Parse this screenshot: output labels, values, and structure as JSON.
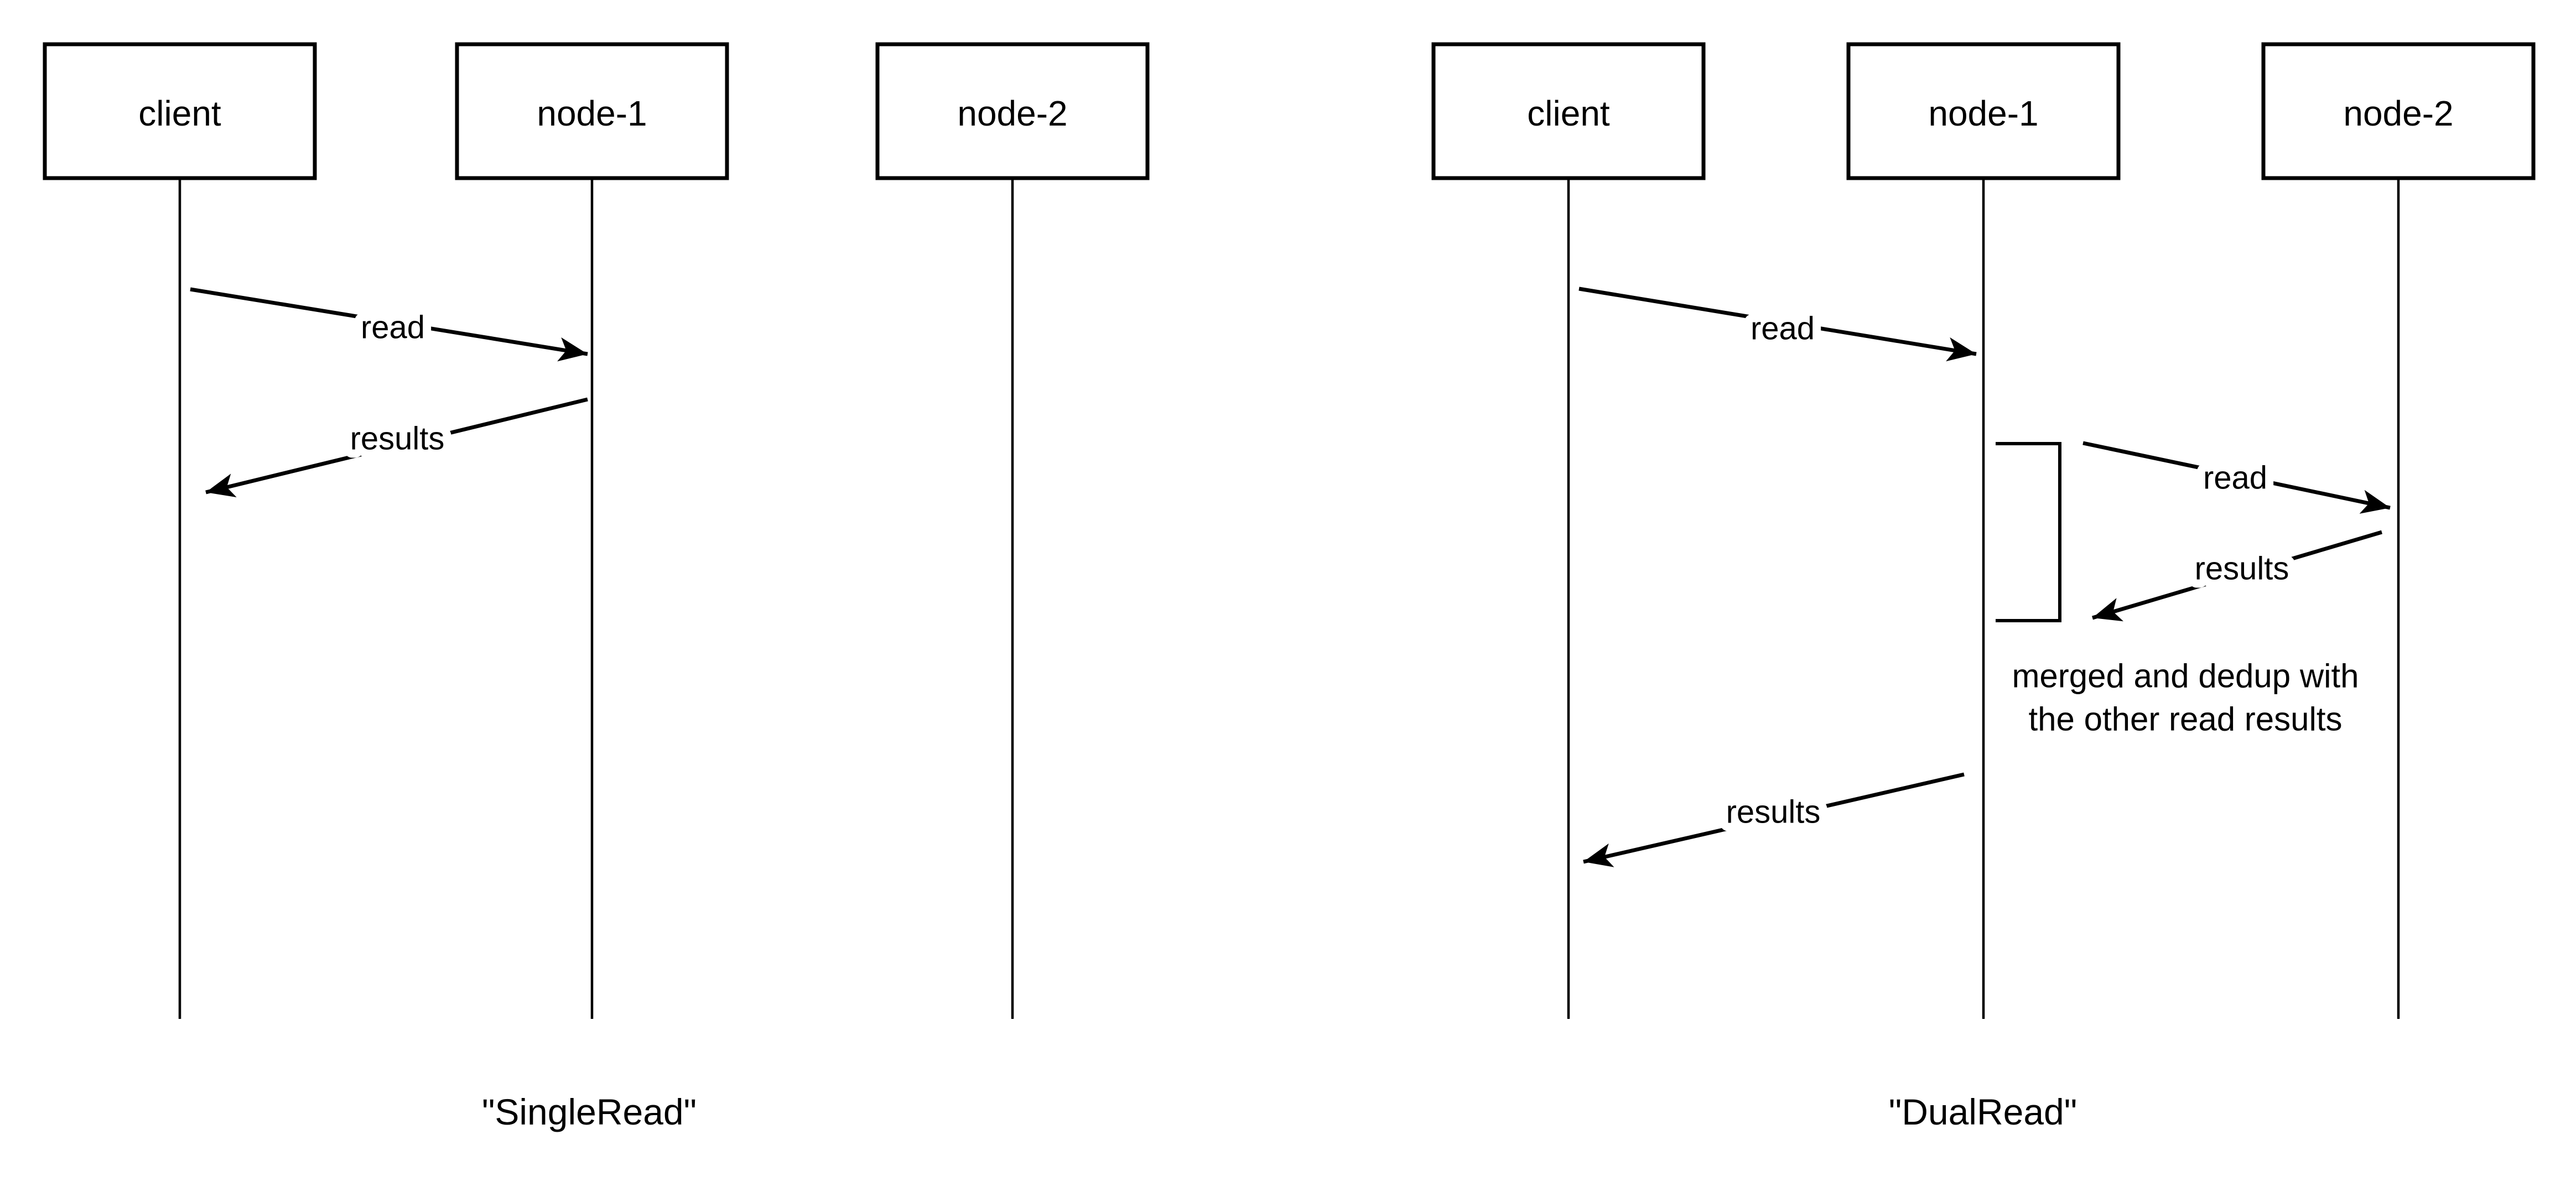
{
  "colors": {
    "ink": "#000000",
    "paper": "#ffffff"
  },
  "diagrams": [
    {
      "caption": "\"SingleRead\"",
      "actors": [
        {
          "label": "client"
        },
        {
          "label": "node-1"
        },
        {
          "label": "node-2"
        }
      ],
      "messages": [
        {
          "label": "read",
          "from": "client",
          "to": "node-1"
        },
        {
          "label": "results",
          "from": "node-1",
          "to": "client"
        }
      ]
    },
    {
      "caption": "\"DualRead\"",
      "actors": [
        {
          "label": "client"
        },
        {
          "label": "node-1"
        },
        {
          "label": "node-2"
        }
      ],
      "messages": [
        {
          "label": "read",
          "from": "client",
          "to": "node-1"
        },
        {
          "label": "read",
          "from": "node-1",
          "to": "node-2"
        },
        {
          "label": "results",
          "from": "node-2",
          "to": "node-1"
        },
        {
          "label": "results",
          "from": "node-1",
          "to": "client"
        }
      ],
      "note": {
        "line1": "merged and dedup with",
        "line2": "the other read results"
      }
    }
  ]
}
